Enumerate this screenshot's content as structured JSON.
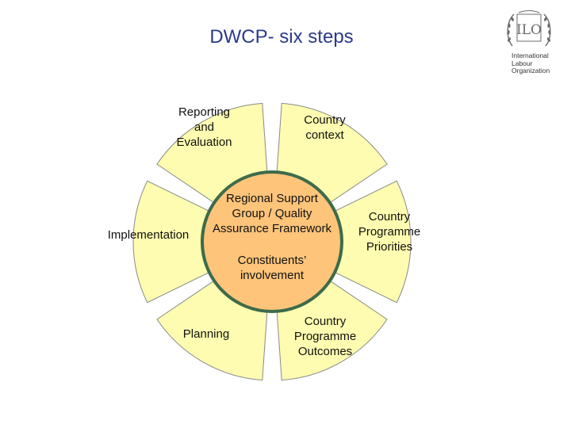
{
  "title": "DWCP- six steps",
  "logo": {
    "emblem_text": "ILO",
    "lines": [
      "International",
      "Labour",
      "Organization"
    ]
  },
  "colors": {
    "title": "#2b3a8c",
    "petal_fill": "#fdfcb0",
    "petal_stroke": "#8a8a8a",
    "center_fill": "#fdc47a",
    "center_stroke": "#3d6b4a"
  },
  "diagram": {
    "center": {
      "main_lines": [
        "Regional Support",
        "Group / Quality",
        "Assurance Framework"
      ],
      "sub_lines": [
        "Constituents’",
        "involvement"
      ]
    },
    "steps": [
      {
        "lines": [
          "Reporting",
          "and",
          "Evaluation"
        ]
      },
      {
        "lines": [
          "Country",
          "context"
        ]
      },
      {
        "lines": [
          "Country",
          "Programme",
          "Priorities"
        ]
      },
      {
        "lines": [
          "Country",
          "Programme",
          "Outcomes"
        ]
      },
      {
        "lines": [
          "Planning"
        ]
      },
      {
        "lines": [
          "Implementation"
        ]
      }
    ]
  }
}
